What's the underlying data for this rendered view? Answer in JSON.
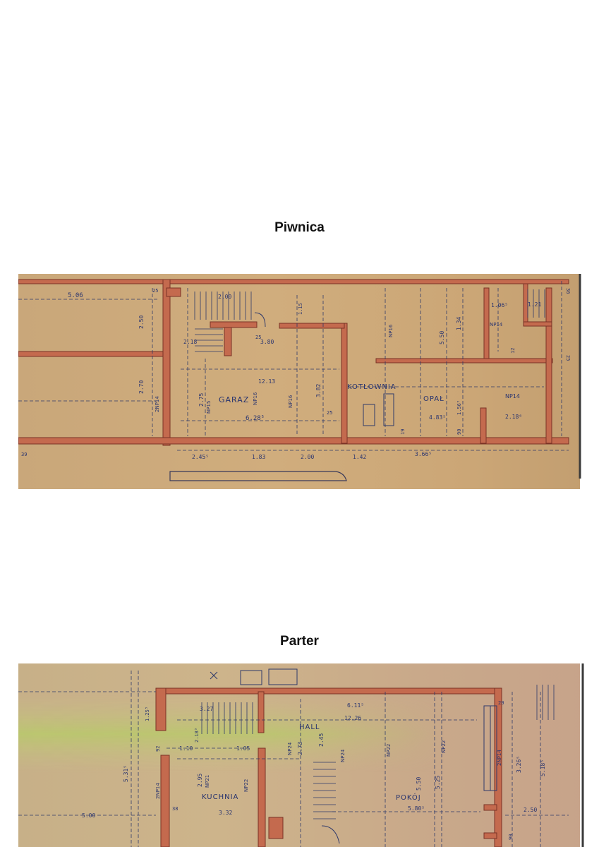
{
  "page": {
    "sections": [
      {
        "title": "Piwnica"
      },
      {
        "title": "Parter"
      }
    ]
  },
  "piwnica": {
    "rooms": {
      "garaz": "GARAZ",
      "kotlownia": "KOTŁOWNIA",
      "opal": "OPAŁ",
      "np14": "NP14",
      "np14b": "NP14",
      "np16a": "NP16",
      "np16b": "NP16",
      "np16c": "NP16",
      "np15": "NP15",
      "np14c": "2NP14"
    },
    "dims": {
      "d_506": "5.06",
      "d_250": "2.50",
      "d_270": "2.70",
      "d_218": "2.18",
      "d_200": "2.00",
      "d_115": "1.15",
      "d_380": "3.80",
      "d_1213": "12.13",
      "d_382": "3.82",
      "d_275": "2.75",
      "d_628": "6.28⁵",
      "d_550": "5.50",
      "d_134": "1.34",
      "d_106": "1.06⁵",
      "d_121": "1.21",
      "d_483": "4.83⁵",
      "d_156": "1.56⁵",
      "d_218b": "2.18⁶",
      "d_245": "2.45⁵",
      "d_183": "1.83",
      "d_200b": "2.00",
      "d_142": "1.42",
      "d_366": "3.66⁵",
      "d_25a": "25",
      "d_25b": "25",
      "d_25c": "25",
      "d_12": "12",
      "d_90": "90",
      "d_39": "39",
      "d_19": "19",
      "d_36": "36",
      "d_25d": "25"
    }
  },
  "parter": {
    "rooms": {
      "hall": "HALL",
      "kuchnia": "KUCHNIA",
      "pokoj": "POKÓJ",
      "np24a": "NP24",
      "np24b": "NP24",
      "np22a": "NP22",
      "np22b": "NP22",
      "np22c": "NP22",
      "np21": "NP21",
      "np14a": "2NP14",
      "np14b": "2NP14"
    },
    "dims": {
      "d_327": "3.27",
      "d_611": "6.11⁵",
      "d_1226": "12.26",
      "d_110": "1.10",
      "d_105": "1.05",
      "d_273": "2.73",
      "d_245": "2.45",
      "d_550": "5.50",
      "d_525": "5.25",
      "d_326": "3.26⁵",
      "d_518": "5.18⁵",
      "d_531": "5.31⁵",
      "d_295": "2.95",
      "d_332": "3.32",
      "d_580": "5.80⁵",
      "d_250": "2.50",
      "d_500": "5.00",
      "d_92": "92",
      "d_20": "20",
      "d_125": "1.25⁵",
      "d_218": "2.18⁵",
      "d_90": "90",
      "d_38": "38"
    }
  }
}
